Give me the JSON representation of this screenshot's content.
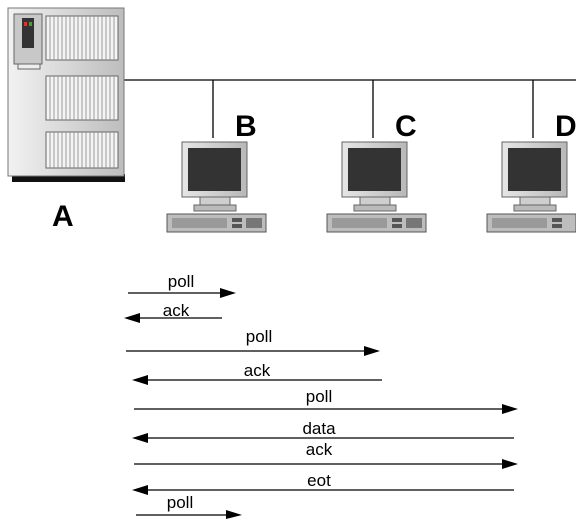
{
  "diagram": {
    "nodes": {
      "a": {
        "label": "A",
        "kind": "server"
      },
      "b": {
        "label": "B",
        "kind": "workstation"
      },
      "c": {
        "label": "C",
        "kind": "workstation"
      },
      "d": {
        "label": "D",
        "kind": "workstation"
      }
    },
    "messages": [
      {
        "label": "poll",
        "from": "A",
        "to": "B"
      },
      {
        "label": "ack",
        "from": "B",
        "to": "A"
      },
      {
        "label": "poll",
        "from": "A",
        "to": "C"
      },
      {
        "label": "ack",
        "from": "C",
        "to": "A"
      },
      {
        "label": "poll",
        "from": "A",
        "to": "D"
      },
      {
        "label": "data",
        "from": "D",
        "to": "A"
      },
      {
        "label": "ack",
        "from": "A",
        "to": "D"
      },
      {
        "label": "eot",
        "from": "D",
        "to": "A"
      },
      {
        "label": "poll",
        "from": "A",
        "to": "B"
      }
    ],
    "colors": {
      "line": "#000000",
      "server_body": "#d9d9d9",
      "monitor_body": "#d4d4d4",
      "screen": "#333333",
      "keyboard": "#bdbdbd"
    }
  }
}
